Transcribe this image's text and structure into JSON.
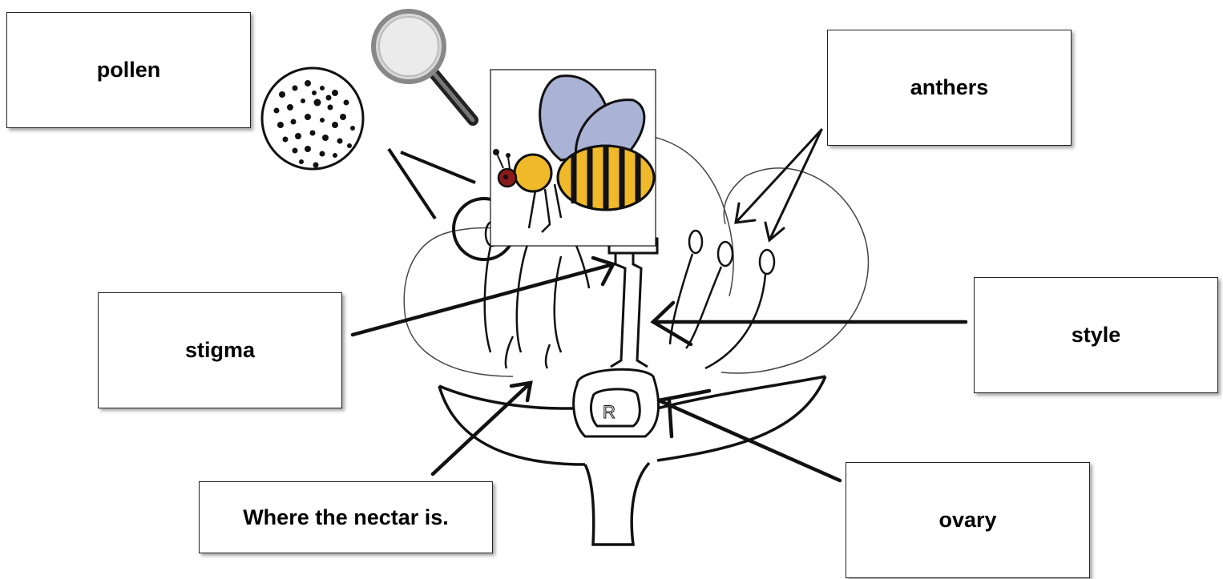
{
  "labels": {
    "pollen": "pollen",
    "anthers": "anthers",
    "stigma": "stigma",
    "style": "style",
    "nectar": "Where the nectar is.",
    "ovary": "ovary"
  },
  "icons": [
    "magnifying-glass-icon",
    "bee-icon",
    "pollen-grains-icon",
    "flower-cross-section"
  ],
  "colors": {
    "bee_wing": "#aab2d6",
    "bee_body": "#f0b92a",
    "bee_stripe": "#000000",
    "bee_head": "#8b1a1a"
  }
}
